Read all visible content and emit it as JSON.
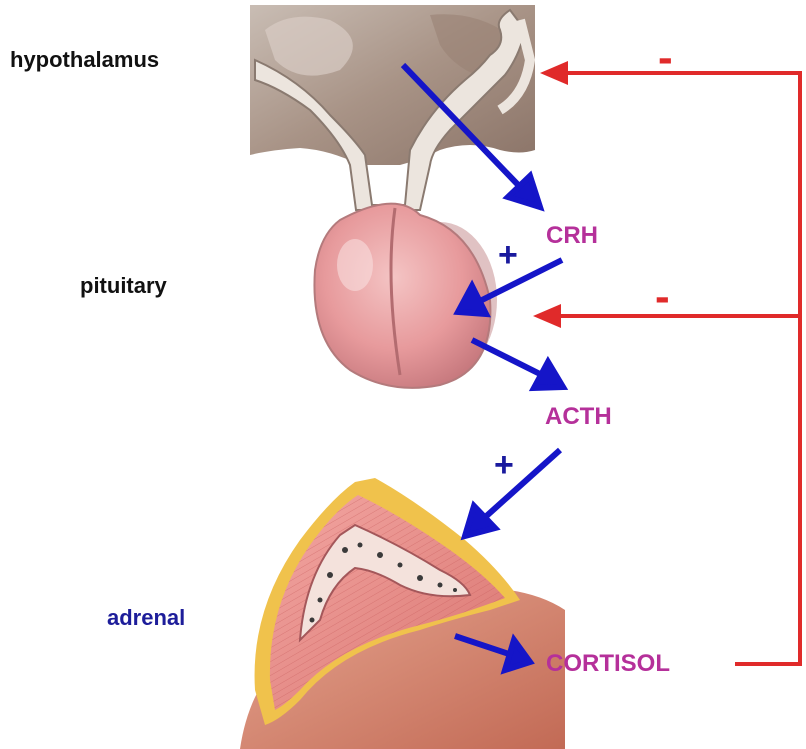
{
  "labels": {
    "hypothalamus": "hypothalamus",
    "pituitary": "pituitary",
    "adrenal": "adrenal"
  },
  "hormones": {
    "crh": "CRH",
    "acth": "ACTH",
    "cortisol": "CORTISOL"
  },
  "signs": {
    "stimulate_crh": "+",
    "stimulate_acth": "+",
    "inhibit_hypothalamus": "-",
    "inhibit_pituitary": "-"
  },
  "colors": {
    "hormone_text": "#b5309a",
    "stimulation_arrow": "#1515c8",
    "feedback_line": "#e02a2a",
    "adrenal_label": "#1d1d9a",
    "plus_sign": "#1a1a9e"
  }
}
